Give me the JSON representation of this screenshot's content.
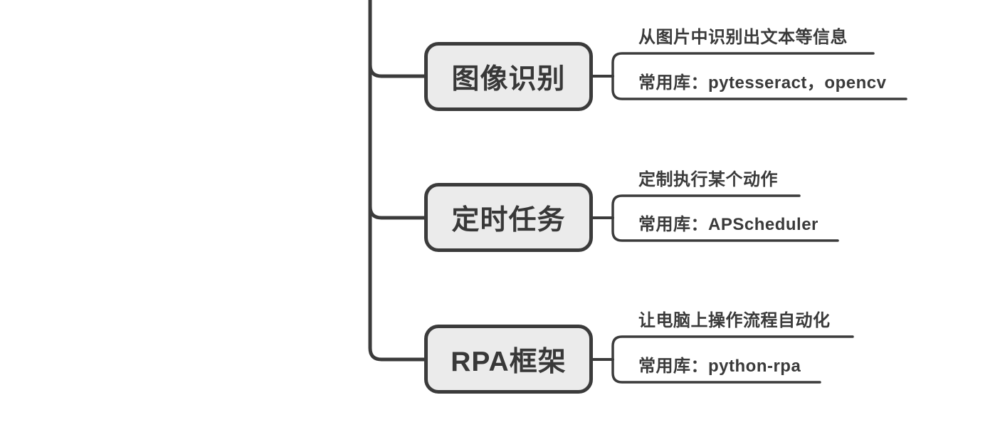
{
  "diagram": {
    "type": "mindmap",
    "colors": {
      "background": "#ffffff",
      "line": "#3b3b3b",
      "node_fill": "#ebebeb",
      "node_border": "#3b3b3b",
      "text": "#3a3a3a"
    },
    "branches": [
      {
        "topic": {
          "label": "图像识别"
        },
        "children": [
          {
            "label": "从图片中识别出文本等信息"
          },
          {
            "label": "常用库：pytesseract，opencv"
          }
        ]
      },
      {
        "topic": {
          "label": "定时任务"
        },
        "children": [
          {
            "label": "定制执行某个动作"
          },
          {
            "label": "常用库：APScheduler"
          }
        ]
      },
      {
        "topic": {
          "label": "RPA框架"
        },
        "children": [
          {
            "label": "让电脑上操作流程自动化"
          },
          {
            "label": "常用库：python-rpa"
          }
        ]
      }
    ]
  }
}
